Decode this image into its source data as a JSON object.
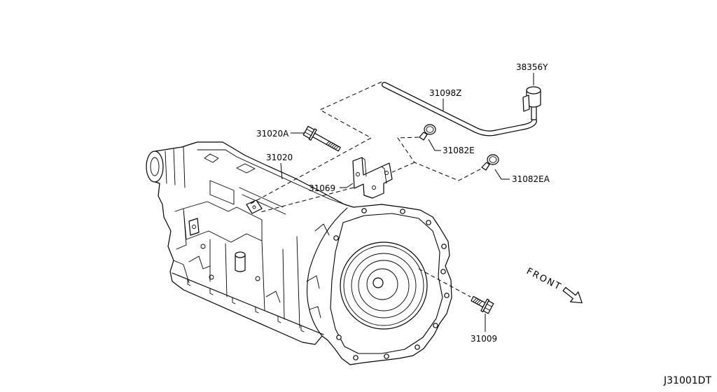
{
  "callouts": [
    "38356Y",
    "31098Z",
    "31020A",
    "31082E",
    "31020",
    "31069",
    "31082EA",
    "31009"
  ],
  "front_label": "FRONT",
  "diagram_code": "J31001DT"
}
